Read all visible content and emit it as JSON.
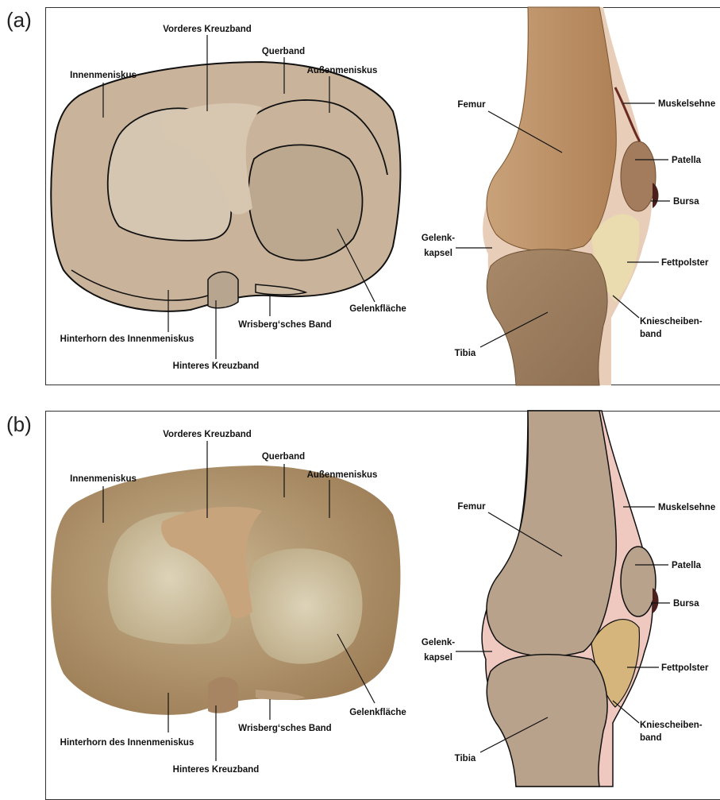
{
  "panels": [
    {
      "tag": "(a)",
      "style": "schematic",
      "labels": {
        "vorderes_kreuzband": "Vorderes Kreuzband",
        "querband": "Querband",
        "innenmeniskus": "Innenmeniskus",
        "aussenmeniskus": "Außenmeniskus",
        "gelenkflaeche": "Gelenkfläche",
        "wrisberg": "Wrisberg‘sches Band",
        "hinterhorn": "Hinterhorn des Innenmeniskus",
        "hinteres_kreuzband": "Hinteres Kreuzband",
        "femur": "Femur",
        "muskelsehne": "Muskelsehne",
        "patella": "Patella",
        "bursa": "Bursa",
        "gelenkkapsel_1": "Gelenk-",
        "gelenkkapsel_2": "kapsel",
        "fettpolster": "Fettpolster",
        "kniescheibenband_1": "Kniescheiben-",
        "kniescheibenband_2": "band",
        "tibia": "Tibia"
      }
    },
    {
      "tag": "(b)",
      "style": "illustration",
      "labels": {
        "vorderes_kreuzband": "Vorderes Kreuzband",
        "querband": "Querband",
        "innenmeniskus": "Innenmeniskus",
        "aussenmeniskus": "Außenmeniskus",
        "gelenkflaeche": "Gelenkfläche",
        "wrisberg": "Wrisberg‘sches Band",
        "hinterhorn": "Hinterhorn des Innenmeniskus",
        "hinteres_kreuzband": "Hinteres Kreuzband",
        "femur": "Femur",
        "muskelsehne": "Muskelsehne",
        "patella": "Patella",
        "bursa": "Bursa",
        "gelenkkapsel_1": "Gelenk-",
        "gelenkkapsel_2": "kapsel",
        "fettpolster": "Fettpolster",
        "kniescheibenband_1": "Kniescheiben-",
        "kniescheibenband_2": "band",
        "tibia": "Tibia"
      }
    }
  ],
  "colors": {
    "meniscus_plateau": "#c9b39a",
    "plateau_light": "#d8c8b4",
    "bone_schematic": "#b8a28c",
    "bone_realistic": "#c79a6e",
    "capsule_pink": "#efc9bf",
    "fat_pad": "#d6b57c",
    "bursa_dark": "#4a1e1a"
  }
}
